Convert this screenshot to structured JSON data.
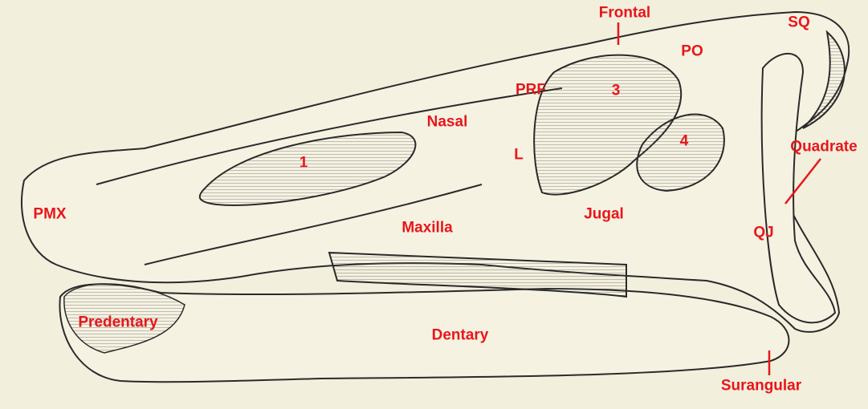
{
  "label_color": "#e8161b",
  "labels": {
    "frontal": "Frontal",
    "sq": "SQ",
    "po": "PO",
    "prf": "PRF",
    "fenestra_3": "3",
    "nasal": "Nasal",
    "fenestra_4": "4",
    "quadrate": "Quadrate",
    "fenestra_1": "1",
    "lacrimal": "L",
    "pmx": "PMX",
    "jugal": "Jugal",
    "maxilla": "Maxilla",
    "qj": "QJ",
    "predentary": "Predentary",
    "dentary": "Dentary",
    "surangular": "Surangular"
  }
}
